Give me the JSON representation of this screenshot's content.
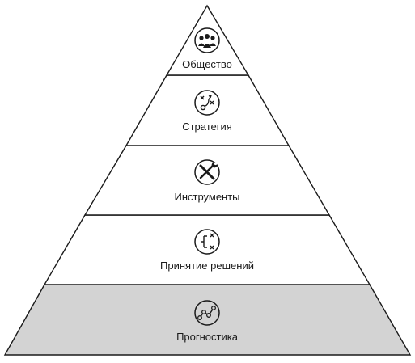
{
  "colors": {
    "outline": "#1a1a1a",
    "base_fill": "#d3d3d3",
    "fill": "#ffffff"
  },
  "levels": [
    {
      "label": "Общество",
      "icon": "people-group-icon",
      "shaded": false
    },
    {
      "label": "Стратегия",
      "icon": "strategy-play-icon",
      "shaded": false
    },
    {
      "label": "Инструменты",
      "icon": "wrench-screwdriver-icon",
      "shaded": false
    },
    {
      "label": "Принятие решений",
      "icon": "decision-flow-icon",
      "shaded": false
    },
    {
      "label": "Прогностика",
      "icon": "trend-line-icon",
      "shaded": true
    }
  ]
}
